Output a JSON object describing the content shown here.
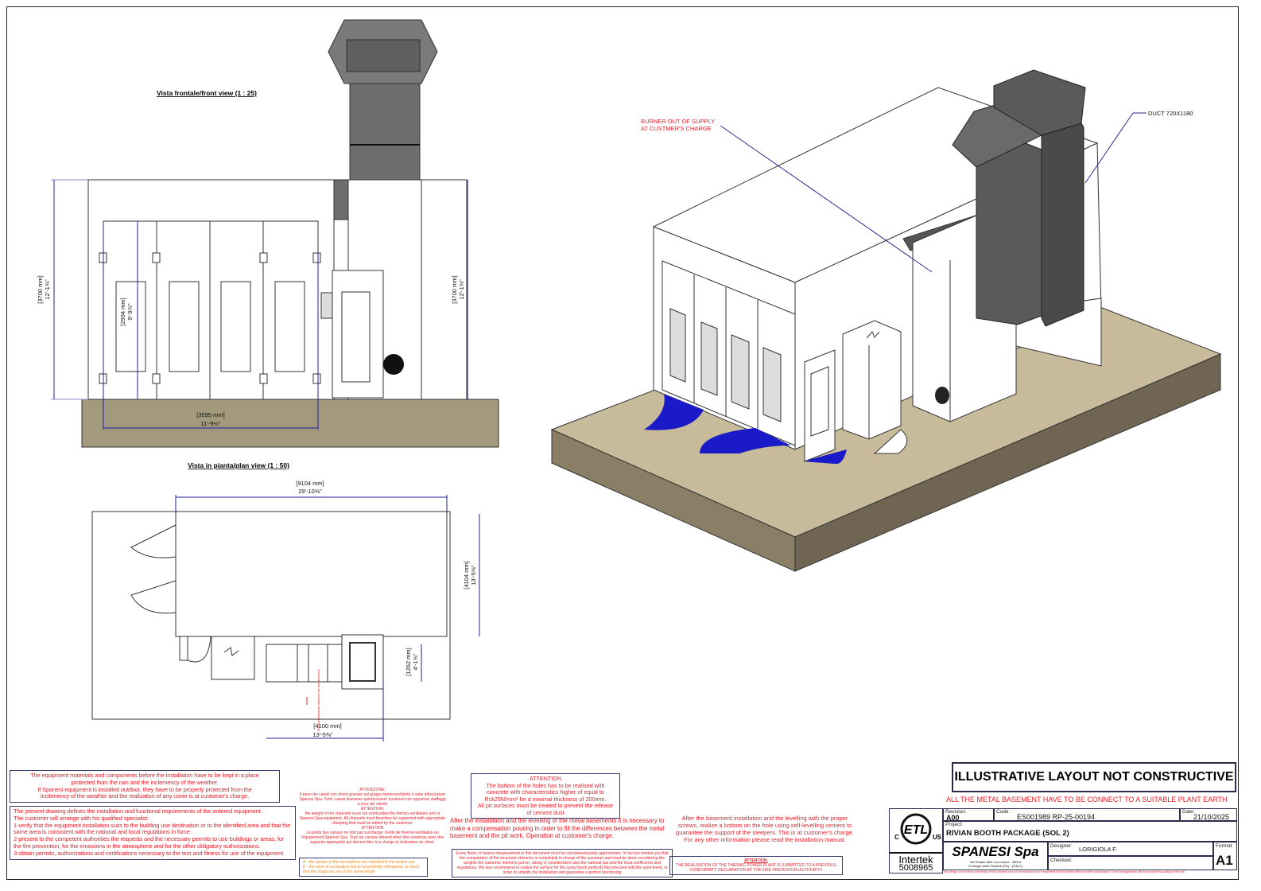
{
  "views": {
    "front_title": "Vista frontale/front view (1 : 25)",
    "plan_title": "Vista in pianta/plan view (1 : 50)",
    "front_dims": {
      "height_left_mm": "[3700 mm]",
      "height_left_in": "12'-1⅝\"",
      "door_h_mm": "[2994 mm]",
      "door_h_in": "9'-9⅞\"",
      "height_right_mm": "[3700 mm]",
      "height_right_in": "12'-1⅝\"",
      "width_mm": "[3595 mm]",
      "width_in": "11'-9½\""
    },
    "plan_dims": {
      "length_mm": "[9104 mm]",
      "length_in": "29'-10⅜\"",
      "depth_mm": "[4104 mm]",
      "depth_in": "13'-5⅝\"",
      "unit_mm": "[1262 mm]",
      "unit_in": "4'-1⅝\"",
      "bottom_mm": "[4100 mm]",
      "bottom_in": "13'-5⅜\"",
      "maintenance_note": "800 mm minimum distance for maintenance"
    },
    "iso_labels": {
      "burner_line1": "BURNER OUT OF SUPPLY",
      "burner_line2": "AT CUSTMER'S CHARGE",
      "duct": "DUCT 720X1180"
    }
  },
  "notes": {
    "storage": [
      "The equipment materials and components before the installation have to be kept in a place",
      "protected from the rain and the inclemency of the weather.",
      "If Spanesi equipment is installed outdoor, they have to be properly protected from the",
      "inclemency of the weather and the realization of any cover is at customer's charge."
    ],
    "requirements": [
      "The present drawing defines the installation and functional requirements of the ordered equipment.",
      "The customer will arrange with his qualified specialist:",
      "1-verify that the equipment installation suits to the building use destination or to the identified area and that the same area is consistent with the national and local regulations in force.",
      "2-present to the competent authorities the requests and the necessary permits to use buildings or areas, for the fire prevention, for the emissions in the atmosphere and for the other obligatory authorizations.",
      "3-obtain permits, authorizations and certifications necessary to the test and fitness for use of the equipment."
    ],
    "channels": [
      "ATTENZIONE:",
      "Il peso dei canali non dovrà gravare sul gruppo termoventilante o sulle attrezzature Spanesi Spa. Tutti i canali dovranno quindi essere sostenuti con opportuni staffaggi a cura del cliente",
      "ATTENTION:",
      "the weight of the channels must not overburden the thermo-ventilation unit or Spanesi Spa equipment. All channels must therefore be supported with appropriate clamping that must be edited by the customer.",
      "ATTENTION",
      "Le poids des canaux ne doit pas surcharger l'unité de thermo-ventilation ou l'équipement Spanesi Spa. Tous les canaux doivent donc être soutenus avec des supports appropriés qui doivent être à la charge et réalisation du client."
    ],
    "excavation": [
      "A - the quotas of the excavations are intended to the ended one",
      "B - the zone of excavation has to be perfectly orthogonal, to check that the diagonals are of the same length"
    ],
    "holes": [
      "ATTENTION",
      "The bottom of the holes has to be realised with concrete with characteristics higher of equal to Rck25N/mm² for a minimal thickness of 200mm.",
      "All pit surfaces must be treated to prevent the release of cement dust"
    ],
    "pouring": "After the installation and the levelling of the metal basements it is necessary to make a compensation pouring in order to fill the differences between the metal basement and the pit work. Operation at customer's charge.",
    "floors": "Every floors or beams measurement in this document must be considered purely approximate. In fact we remind you that the computation of the structural elements is completely in charge of the customer and must be done considering the weights the customer intend to put on, taking in consideration also the national law and the local coefficients and regulations. We also recommend to realise the surface for the spray booth perfectly flat (checked with the spirit-level), in order to simplify the installation and guarantee a perfect functioning",
    "sleepers": "After the basement installation and the levelling with the proper screws, realize a bottom on the hole using self-levelling cement to guarantee the support of the sleepers. This is at customer's charge. For any other information please read the installation manual.",
    "thermic_title": "ATTENTION:",
    "thermic": "THE REALISATION OF THE THERMIC POWER PLANT IS SUBMITTED TO A PREVIOUS CONFORMITY DECLARATION BY THE FIRE PREVENTION AUTHORITY"
  },
  "title_block": {
    "banner": "ILLUSTRATIVE LAYOUT NOT CONSTRUCTIVE",
    "earth_note": "ALL THE METAL BASEMENT HAVE TO BE CONNECT TO A SUITABLE PLANT EARTH",
    "revision_label": "Revision:",
    "revision": "A00",
    "code_label": "Code :",
    "code": "ES001989  RP-25-00194",
    "date_label": "Date:",
    "date": "21/10/2025",
    "project_label": "Project:",
    "project": "RIVIAN BOOTH PACKAGE (SOL 2)",
    "company": "SPANESI Spa",
    "address1": "Via Praarie 56/II Loc.Cavino - 35010",
    "address2": "S.Giorgio delle Pertiche (PD) - (ITALY)",
    "designer_label": "Designer:",
    "designer": "LORIGIOLA F.",
    "checked_label": "Checked:",
    "format_label": "Format",
    "format": "A1",
    "cert_brand": "Intertek",
    "cert_number": "5008965",
    "etl_logo": "ETL LISTED C US",
    "copyright": "This design of exclusive ownership of the company can not be reproduced or transmitted to third parties without written authorization. Every transgression will be punished according to the law."
  },
  "colors": {
    "ink": "#e8202a",
    "dim": "#1f1fa0",
    "ground": "#a39a7e",
    "iso_ground_top": "#c8bb9c",
    "iso_ground_side": "#7a6f5a",
    "duct": "#5a5a5a",
    "pit": "#1a1ac8"
  }
}
